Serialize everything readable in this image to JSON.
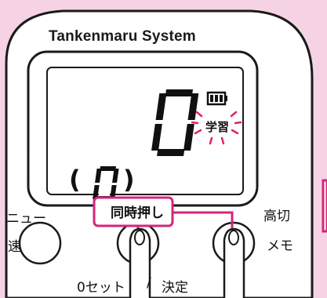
{
  "device": {
    "brand": "Tankenmaru System",
    "screen": {
      "main_digit": "0",
      "sub_digit": "0",
      "learn_label": "学習",
      "paren_open": "(",
      "paren_close": ")",
      "battery_level": 1.0
    },
    "callout": "同時押し",
    "labels": {
      "menu": "ニュー",
      "speed": "速",
      "high_cut": "高切",
      "memo": "メモ",
      "zero_set": "0セット",
      "slash": "/",
      "decide": "決定"
    }
  },
  "colors": {
    "background": "#f6d3e4",
    "callout_border": "#d6247a",
    "blink": "#e0245e",
    "device_body": "#ffffff",
    "outline": "#1a1a1a"
  },
  "icons": [
    "battery-icon",
    "blink-rays-icon",
    "finger-icon"
  ]
}
